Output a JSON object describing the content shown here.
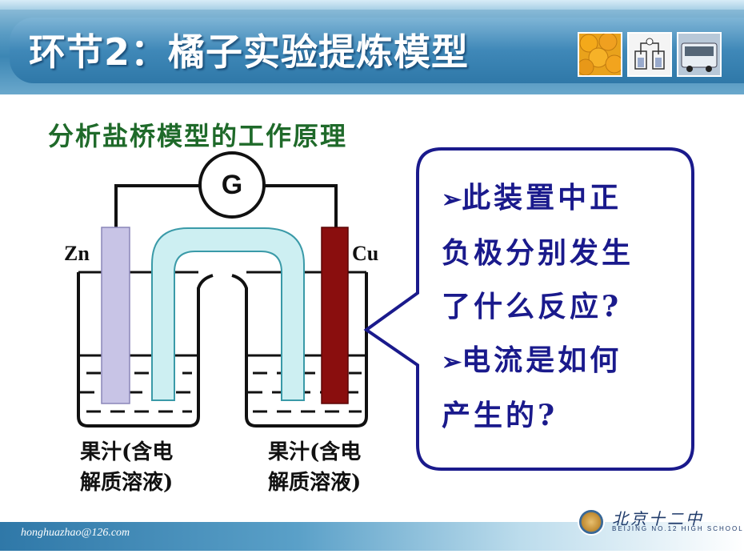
{
  "header": {
    "title": "环节2：橘子实验提炼模型",
    "thumbnails": [
      "orange-photo",
      "apparatus-photo",
      "bus-photo"
    ]
  },
  "subtitle": "分析盐桥模型的工作原理",
  "diagram": {
    "galvanometer": "G",
    "left_electrode": "Zn",
    "right_electrode": "Cu",
    "left_beaker_label_line1": "果汁(含电",
    "left_beaker_label_line2": "解质溶液)",
    "right_beaker_label_line1": "果汁(含电",
    "right_beaker_label_line2": "解质溶液)"
  },
  "callout": {
    "bullet_glyph": "➢",
    "q1_line1": "此装置中正",
    "q1_line2": "负极分别发生",
    "q1_line3": "了什么反应?",
    "q2_line1": "电流是如何",
    "q2_line2": "产生的?"
  },
  "footer": {
    "email": "honghuazhao@126.com",
    "school_cn": "北京十二中",
    "school_en": "BEIJING NO.12 HIGH SCHOOL"
  },
  "colors": {
    "header_blue": "#3f88b8",
    "subtitle_green": "#1f6a2a",
    "callout_text": "#1a1a8c",
    "callout_border": "#1a1a8c",
    "zn_electrode": "#c8c4e6",
    "cu_electrode": "#8a0e0e",
    "salt_bridge": "#cdeff2"
  }
}
